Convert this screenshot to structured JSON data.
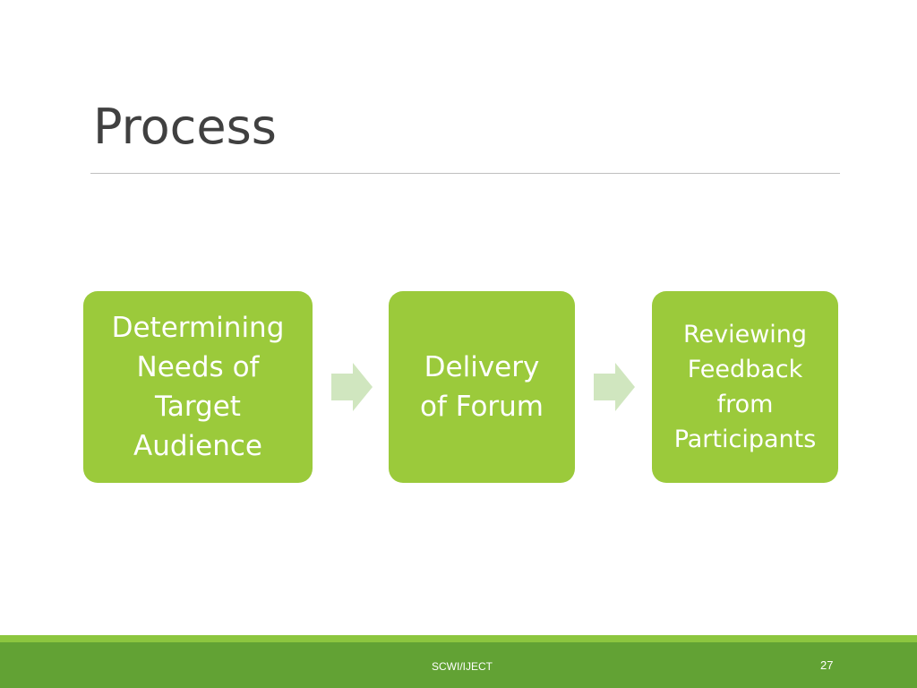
{
  "slide": {
    "title": "Process",
    "steps": [
      {
        "label": "Determining\nNeeds of\nTarget\nAudience"
      },
      {
        "label": "Delivery\nof Forum"
      },
      {
        "label": "Reviewing\nFeedback\nfrom\nParticipants"
      }
    ],
    "connector_icon": "right-arrow-icon",
    "footer": {
      "text": "SCWI/IJECT",
      "page_number": "27"
    },
    "colors": {
      "box_fill": "#9bca3b",
      "arrow_fill": "#d0e6bf",
      "footer_stripe": "#8cc63f",
      "footer_band": "#62a234",
      "title_text": "#404040"
    }
  }
}
